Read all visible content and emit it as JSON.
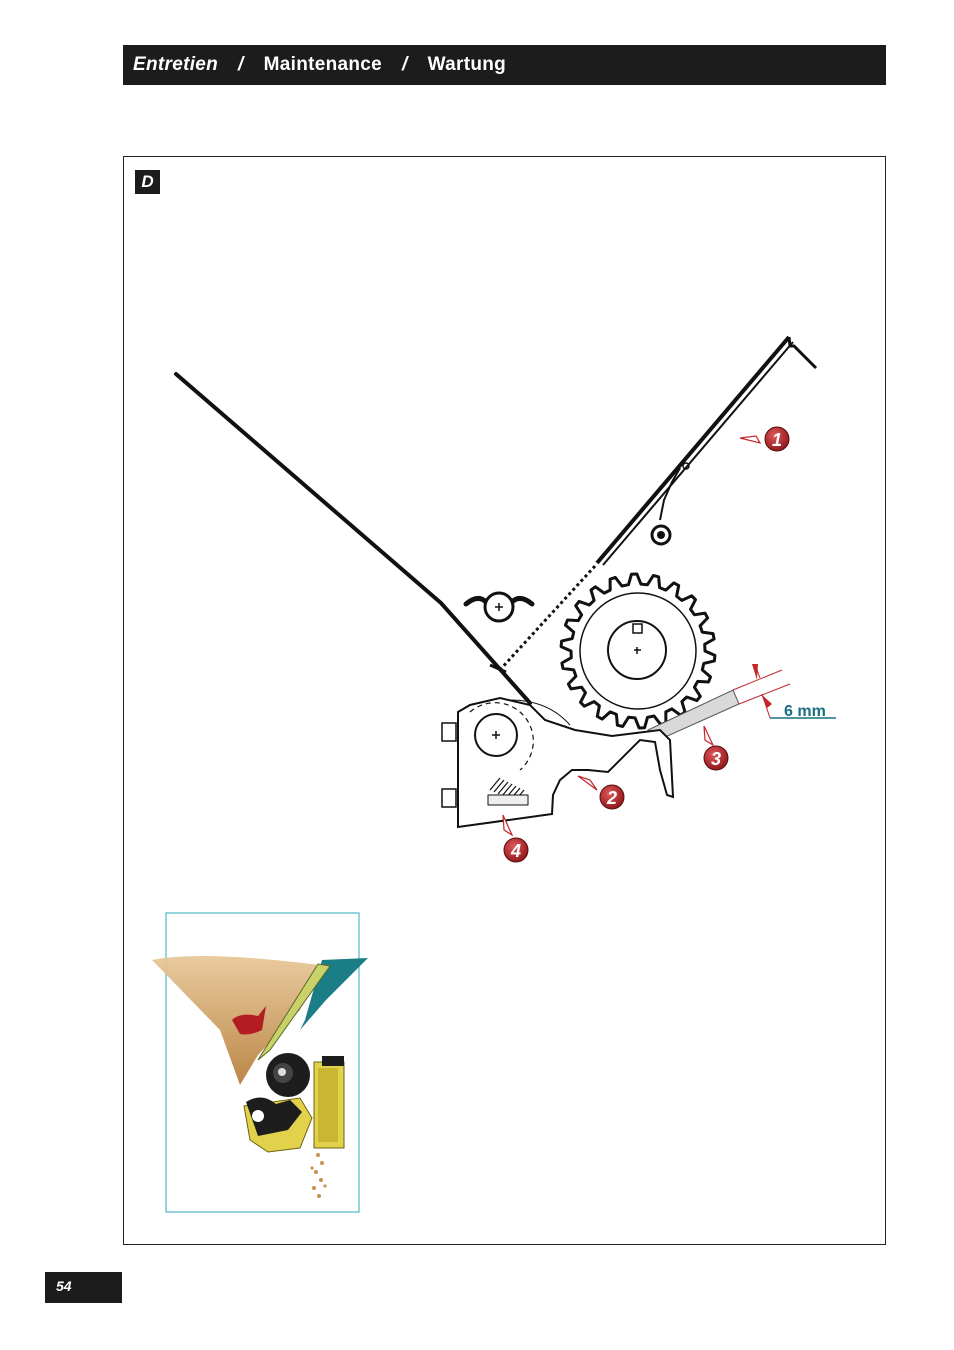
{
  "header": {
    "title_fr": "Entretien",
    "separator_1": "/",
    "title_en": "Maintenance",
    "separator_2": "/",
    "title_de": "Wartung"
  },
  "section": {
    "label": "D"
  },
  "diagram": {
    "callouts": [
      "1",
      "2",
      "3",
      "4"
    ],
    "dimension_label": "6 mm",
    "callout_color": "#c1272d",
    "dimension_color": "#1a6f80"
  },
  "inset": {
    "border_color": "#4fb8c8"
  },
  "footer": {
    "page_number": "54"
  }
}
